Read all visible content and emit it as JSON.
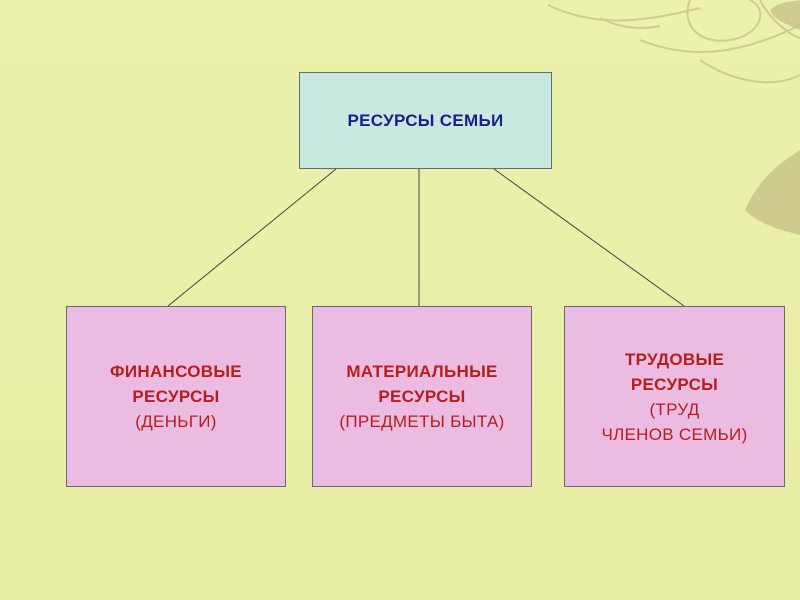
{
  "diagram": {
    "root": {
      "label": "РЕСУРСЫ СЕМЬИ",
      "text_color": "#1d1d8c",
      "fill": "#c8e9df"
    },
    "children": [
      {
        "lines": [
          "ФИНАНСОВЫЕ",
          "РЕСУРСЫ",
          "(ДЕНЬГИ)"
        ]
      },
      {
        "lines": [
          "МАТЕРИАЛЬНЫЕ",
          "РЕСУРСЫ",
          "(ПРЕДМЕТЫ БЫТА)"
        ]
      },
      {
        "lines": [
          "ТРУДОВЫЕ",
          "РЕСУРСЫ",
          "(ТРУД",
          "ЧЛЕНОВ СЕМЬИ)"
        ]
      }
    ],
    "child_text_color": "#b81d1d",
    "child_fill": "#ebbbe2",
    "background": "#eaf0ab",
    "decoration": "floral-swirl-ornament"
  }
}
